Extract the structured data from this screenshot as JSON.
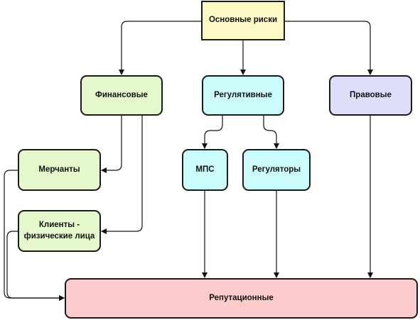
{
  "diagram": {
    "root": {
      "label": "Основные риски",
      "color": "#fdf9c4"
    },
    "financial": {
      "label": "Финансовые",
      "color": "#e5f8cc"
    },
    "regulatory": {
      "label": "Регулятивные",
      "color": "#ccfbfb"
    },
    "legal": {
      "label": "Правовые",
      "color": "#dedefa"
    },
    "merchants": {
      "label": "Мерчанты",
      "color": "#e5f8cc"
    },
    "clients": {
      "label": "Клиенты -\nфизические лица",
      "color": "#e5f8cc"
    },
    "mps": {
      "label": "МПС",
      "color": "#ccfbfb"
    },
    "regulators": {
      "label": "Регуляторы",
      "color": "#ccfbfb"
    },
    "reputation": {
      "label": "Репутационные",
      "color": "#fccccc"
    },
    "edges": [
      {
        "from": "root",
        "to": "financial"
      },
      {
        "from": "root",
        "to": "regulatory"
      },
      {
        "from": "root",
        "to": "legal"
      },
      {
        "from": "financial",
        "to": "merchants"
      },
      {
        "from": "financial",
        "to": "clients"
      },
      {
        "from": "regulatory",
        "to": "mps"
      },
      {
        "from": "regulatory",
        "to": "regulators"
      },
      {
        "from": "merchants",
        "to": "reputation"
      },
      {
        "from": "clients",
        "to": "reputation"
      },
      {
        "from": "mps",
        "to": "reputation"
      },
      {
        "from": "regulators",
        "to": "reputation"
      },
      {
        "from": "legal",
        "to": "reputation"
      }
    ]
  }
}
